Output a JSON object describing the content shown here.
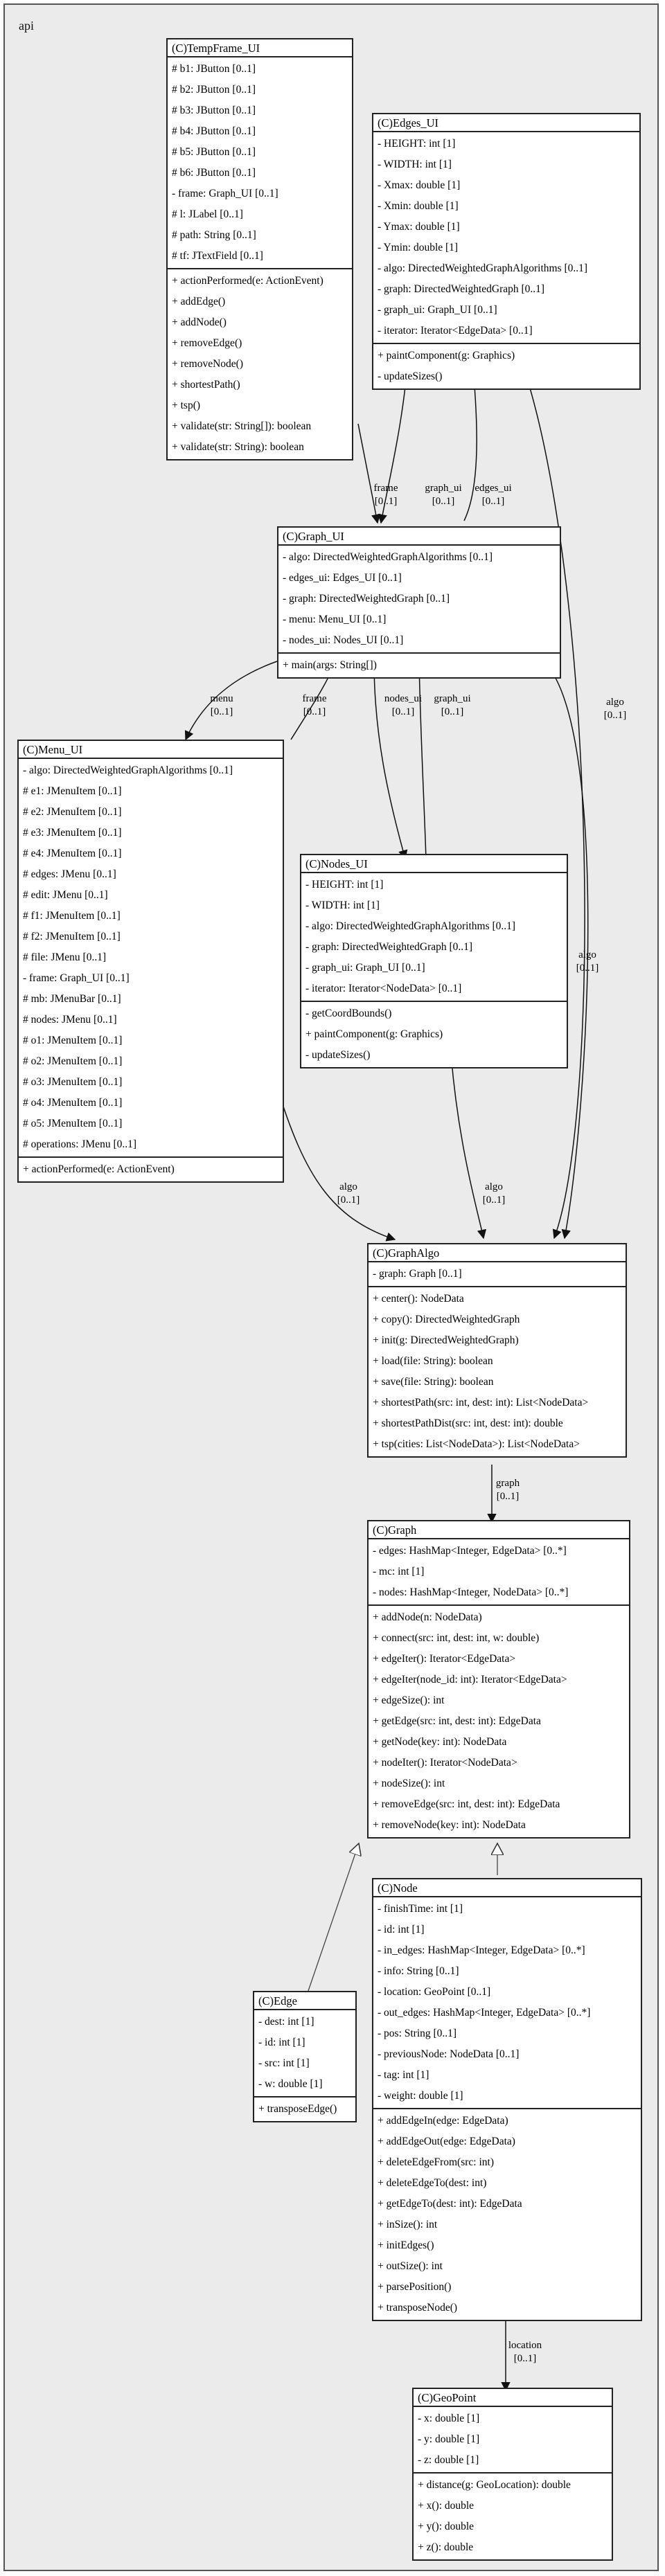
{
  "package_label": "api",
  "classes": [
    {
      "id": "tempframe",
      "title": "(C)TempFrame_UI",
      "attrs": [
        "#   b1: JButton [0..1]",
        "#   b2: JButton [0..1]",
        "#   b3: JButton [0..1]",
        "#   b4: JButton [0..1]",
        "#   b5: JButton [0..1]",
        "#   b6: JButton [0..1]",
        "-   frame: Graph_UI [0..1]",
        "#   l: JLabel [0..1]",
        "#   path: String [0..1]",
        "#   tf: JTextField [0..1]"
      ],
      "ops": [
        "+ actionPerformed(e: ActionEvent)",
        "+ addEdge()",
        "+ addNode()",
        "+ removeEdge()",
        "+ removeNode()",
        "+ shortestPath()",
        "+ tsp()",
        "+ validate(str: String[]): boolean",
        "+ validate(str: String): boolean"
      ]
    },
    {
      "id": "edgesui",
      "title": "(C)Edges_UI",
      "attrs": [
        "-   HEIGHT: int [1]",
        "-   WIDTH: int [1]",
        "-   Xmax: double [1]",
        "-   Xmin: double [1]",
        "-   Ymax: double [1]",
        "-   Ymin: double [1]",
        "-   algo: DirectedWeightedGraphAlgorithms [0..1]",
        "-   graph: DirectedWeightedGraph [0..1]",
        "-   graph_ui: Graph_UI [0..1]",
        "-   iterator: Iterator<EdgeData> [0..1]"
      ],
      "ops": [
        "+ paintComponent(g: Graphics)",
        "- updateSizes()"
      ]
    },
    {
      "id": "graphui",
      "title": "(C)Graph_UI",
      "attrs": [
        "-   algo: DirectedWeightedGraphAlgorithms [0..1]",
        "-   edges_ui: Edges_UI [0..1]",
        "-   graph: DirectedWeightedGraph [0..1]",
        "-   menu: Menu_UI [0..1]",
        "-   nodes_ui: Nodes_UI [0..1]"
      ],
      "ops": [
        "+ main(args: String[])"
      ]
    },
    {
      "id": "menuui",
      "title": "(C)Menu_UI",
      "attrs": [
        "-   algo: DirectedWeightedGraphAlgorithms [0..1]",
        "#   e1: JMenuItem [0..1]",
        "#   e2: JMenuItem [0..1]",
        "#   e3: JMenuItem [0..1]",
        "#   e4: JMenuItem [0..1]",
        "#   edges: JMenu [0..1]",
        "#   edit: JMenu [0..1]",
        "#   f1: JMenuItem [0..1]",
        "#   f2: JMenuItem [0..1]",
        "#   file: JMenu [0..1]",
        "-   frame: Graph_UI [0..1]",
        "#   mb: JMenuBar [0..1]",
        "#   nodes: JMenu [0..1]",
        "#   o1: JMenuItem [0..1]",
        "#   o2: JMenuItem [0..1]",
        "#   o3: JMenuItem [0..1]",
        "#   o4: JMenuItem [0..1]",
        "#   o5: JMenuItem [0..1]",
        "#   operations: JMenu [0..1]"
      ],
      "ops": [
        "+ actionPerformed(e: ActionEvent)"
      ]
    },
    {
      "id": "nodesui",
      "title": "(C)Nodes_UI",
      "attrs": [
        "-   HEIGHT: int [1]",
        "-   WIDTH: int [1]",
        "-   algo: DirectedWeightedGraphAlgorithms [0..1]",
        "-   graph: DirectedWeightedGraph [0..1]",
        "-   graph_ui: Graph_UI [0..1]",
        "-   iterator: Iterator<NodeData> [0..1]"
      ],
      "ops": [
        "- getCoordBounds()",
        "+ paintComponent(g: Graphics)",
        "- updateSizes()"
      ]
    },
    {
      "id": "graphalgo",
      "title": "(C)GraphAlgo",
      "attrs": [
        "-   graph: Graph [0..1]"
      ],
      "ops": [
        "+ center(): NodeData",
        "+ copy(): DirectedWeightedGraph",
        "+ init(g: DirectedWeightedGraph)",
        "+ load(file: String): boolean",
        "+ save(file: String): boolean",
        "+ shortestPath(src: int, dest: int): List<NodeData>",
        "+ shortestPathDist(src: int, dest: int): double",
        "+ tsp(cities: List<NodeData>): List<NodeData>"
      ]
    },
    {
      "id": "graph",
      "title": "(C)Graph",
      "attrs": [
        "-   edges: HashMap<Integer, EdgeData> [0..*]",
        "-   mc: int [1]",
        "-   nodes: HashMap<Integer, NodeData> [0..*]"
      ],
      "ops": [
        "+ addNode(n: NodeData)",
        "+ connect(src: int, dest: int, w: double)",
        "+ edgeIter(): Iterator<EdgeData>",
        "+ edgeIter(node_id: int): Iterator<EdgeData>",
        "+ edgeSize(): int",
        "+ getEdge(src: int, dest: int): EdgeData",
        "+ getNode(key: int): NodeData",
        "+ nodeIter(): Iterator<NodeData>",
        "+ nodeSize(): int",
        "+ removeEdge(src: int, dest: int): EdgeData",
        "+ removeNode(key: int): NodeData"
      ]
    },
    {
      "id": "node",
      "title": "(C)Node",
      "attrs": [
        "-   finishTime: int [1]",
        "-   id: int [1]",
        "-   in_edges: HashMap<Integer, EdgeData> [0..*]",
        "-   info: String [0..1]",
        "-   location: GeoPoint [0..1]",
        "-   out_edges: HashMap<Integer, EdgeData> [0..*]",
        "-   pos: String [0..1]",
        "-   previousNode: NodeData [0..1]",
        "-   tag: int [1]",
        "-   weight: double [1]"
      ],
      "ops": [
        "+ addEdgeIn(edge: EdgeData)",
        "+ addEdgeOut(edge: EdgeData)",
        "+ deleteEdgeFrom(src: int)",
        "+ deleteEdgeTo(dest: int)",
        "+ getEdgeTo(dest: int): EdgeData",
        "+ inSize(): int",
        "+ initEdges()",
        "+ outSize(): int",
        "+ parsePosition()",
        "+ transposeNode()"
      ]
    },
    {
      "id": "edge",
      "title": "(C)Edge",
      "attrs": [
        "-   dest: int [1]",
        "-   id: int [1]",
        "-   src: int [1]",
        "-   w: double [1]"
      ],
      "ops": [
        "+ transposeEdge()"
      ]
    },
    {
      "id": "geopoint",
      "title": "(C)GeoPoint",
      "attrs": [
        "-   x: double [1]",
        "-   y: double [1]",
        "-   z: double [1]"
      ],
      "ops": [
        "+ distance(g: GeoLocation): double",
        "+ x(): double",
        "+ y(): double",
        "+ z(): double"
      ]
    }
  ],
  "edge_labels": {
    "frame1": [
      "frame",
      "[0..1]"
    ],
    "graphui1": [
      "graph_ui",
      "[0..1]"
    ],
    "edgesui": [
      "edges_ui",
      "[0..1]"
    ],
    "algo_e": [
      "algo",
      "[0..1]"
    ],
    "menu": [
      "menu",
      "[0..1]"
    ],
    "frame2": [
      "frame",
      "[0..1]"
    ],
    "nodesui": [
      "nodes_ui",
      "[0..1]"
    ],
    "graphui2": [
      "graph_ui",
      "[0..1]"
    ],
    "algo_g": [
      "algo",
      "[0..1]"
    ],
    "algo_m": [
      "algo",
      "[0..1]"
    ],
    "algo_n": [
      "algo",
      "[0..1]"
    ],
    "graph": [
      "graph",
      "[0..1]"
    ],
    "location": [
      "location",
      "[0..1]"
    ]
  }
}
